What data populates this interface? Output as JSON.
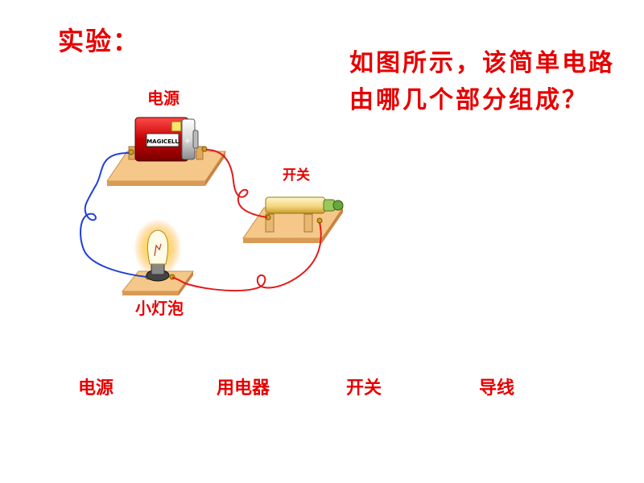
{
  "title": "实验：",
  "question": "如图所示，该简单电路由哪几个部分组成？",
  "labels": {
    "battery": "电源",
    "switch": "开关",
    "bulb": "小灯泡"
  },
  "battery_brand": "MAGICELL",
  "battery_plus": "+",
  "answers": [
    "电源",
    "用电器",
    "开关",
    "导线"
  ],
  "colors": {
    "text_red": "#e60000",
    "board": "#f5c88a",
    "wire_red": "#e11b1b",
    "wire_blue": "#1f3fd6"
  }
}
